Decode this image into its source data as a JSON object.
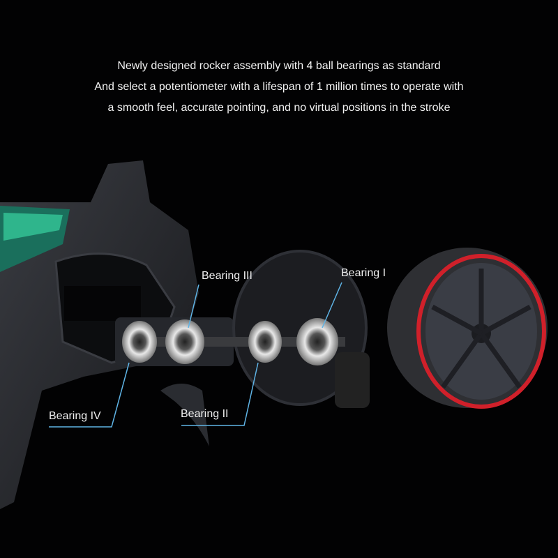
{
  "caption": {
    "line1": "Newly designed rocker assembly with 4 ball bearings as standard",
    "line2": "And select a potentiometer with a lifespan of 1 million times to operate with",
    "line3": "a smooth feel, accurate pointing, and no virtual positions in the stroke"
  },
  "labels": {
    "bearing_1": "Bearing I",
    "bearing_2": "Bearing II",
    "bearing_3": "Bearing III",
    "bearing_4": "Bearing IV"
  },
  "colors": {
    "leader": "#5fb4e6",
    "wheel_rim": "#d0202a",
    "body": "#2a2c31"
  }
}
